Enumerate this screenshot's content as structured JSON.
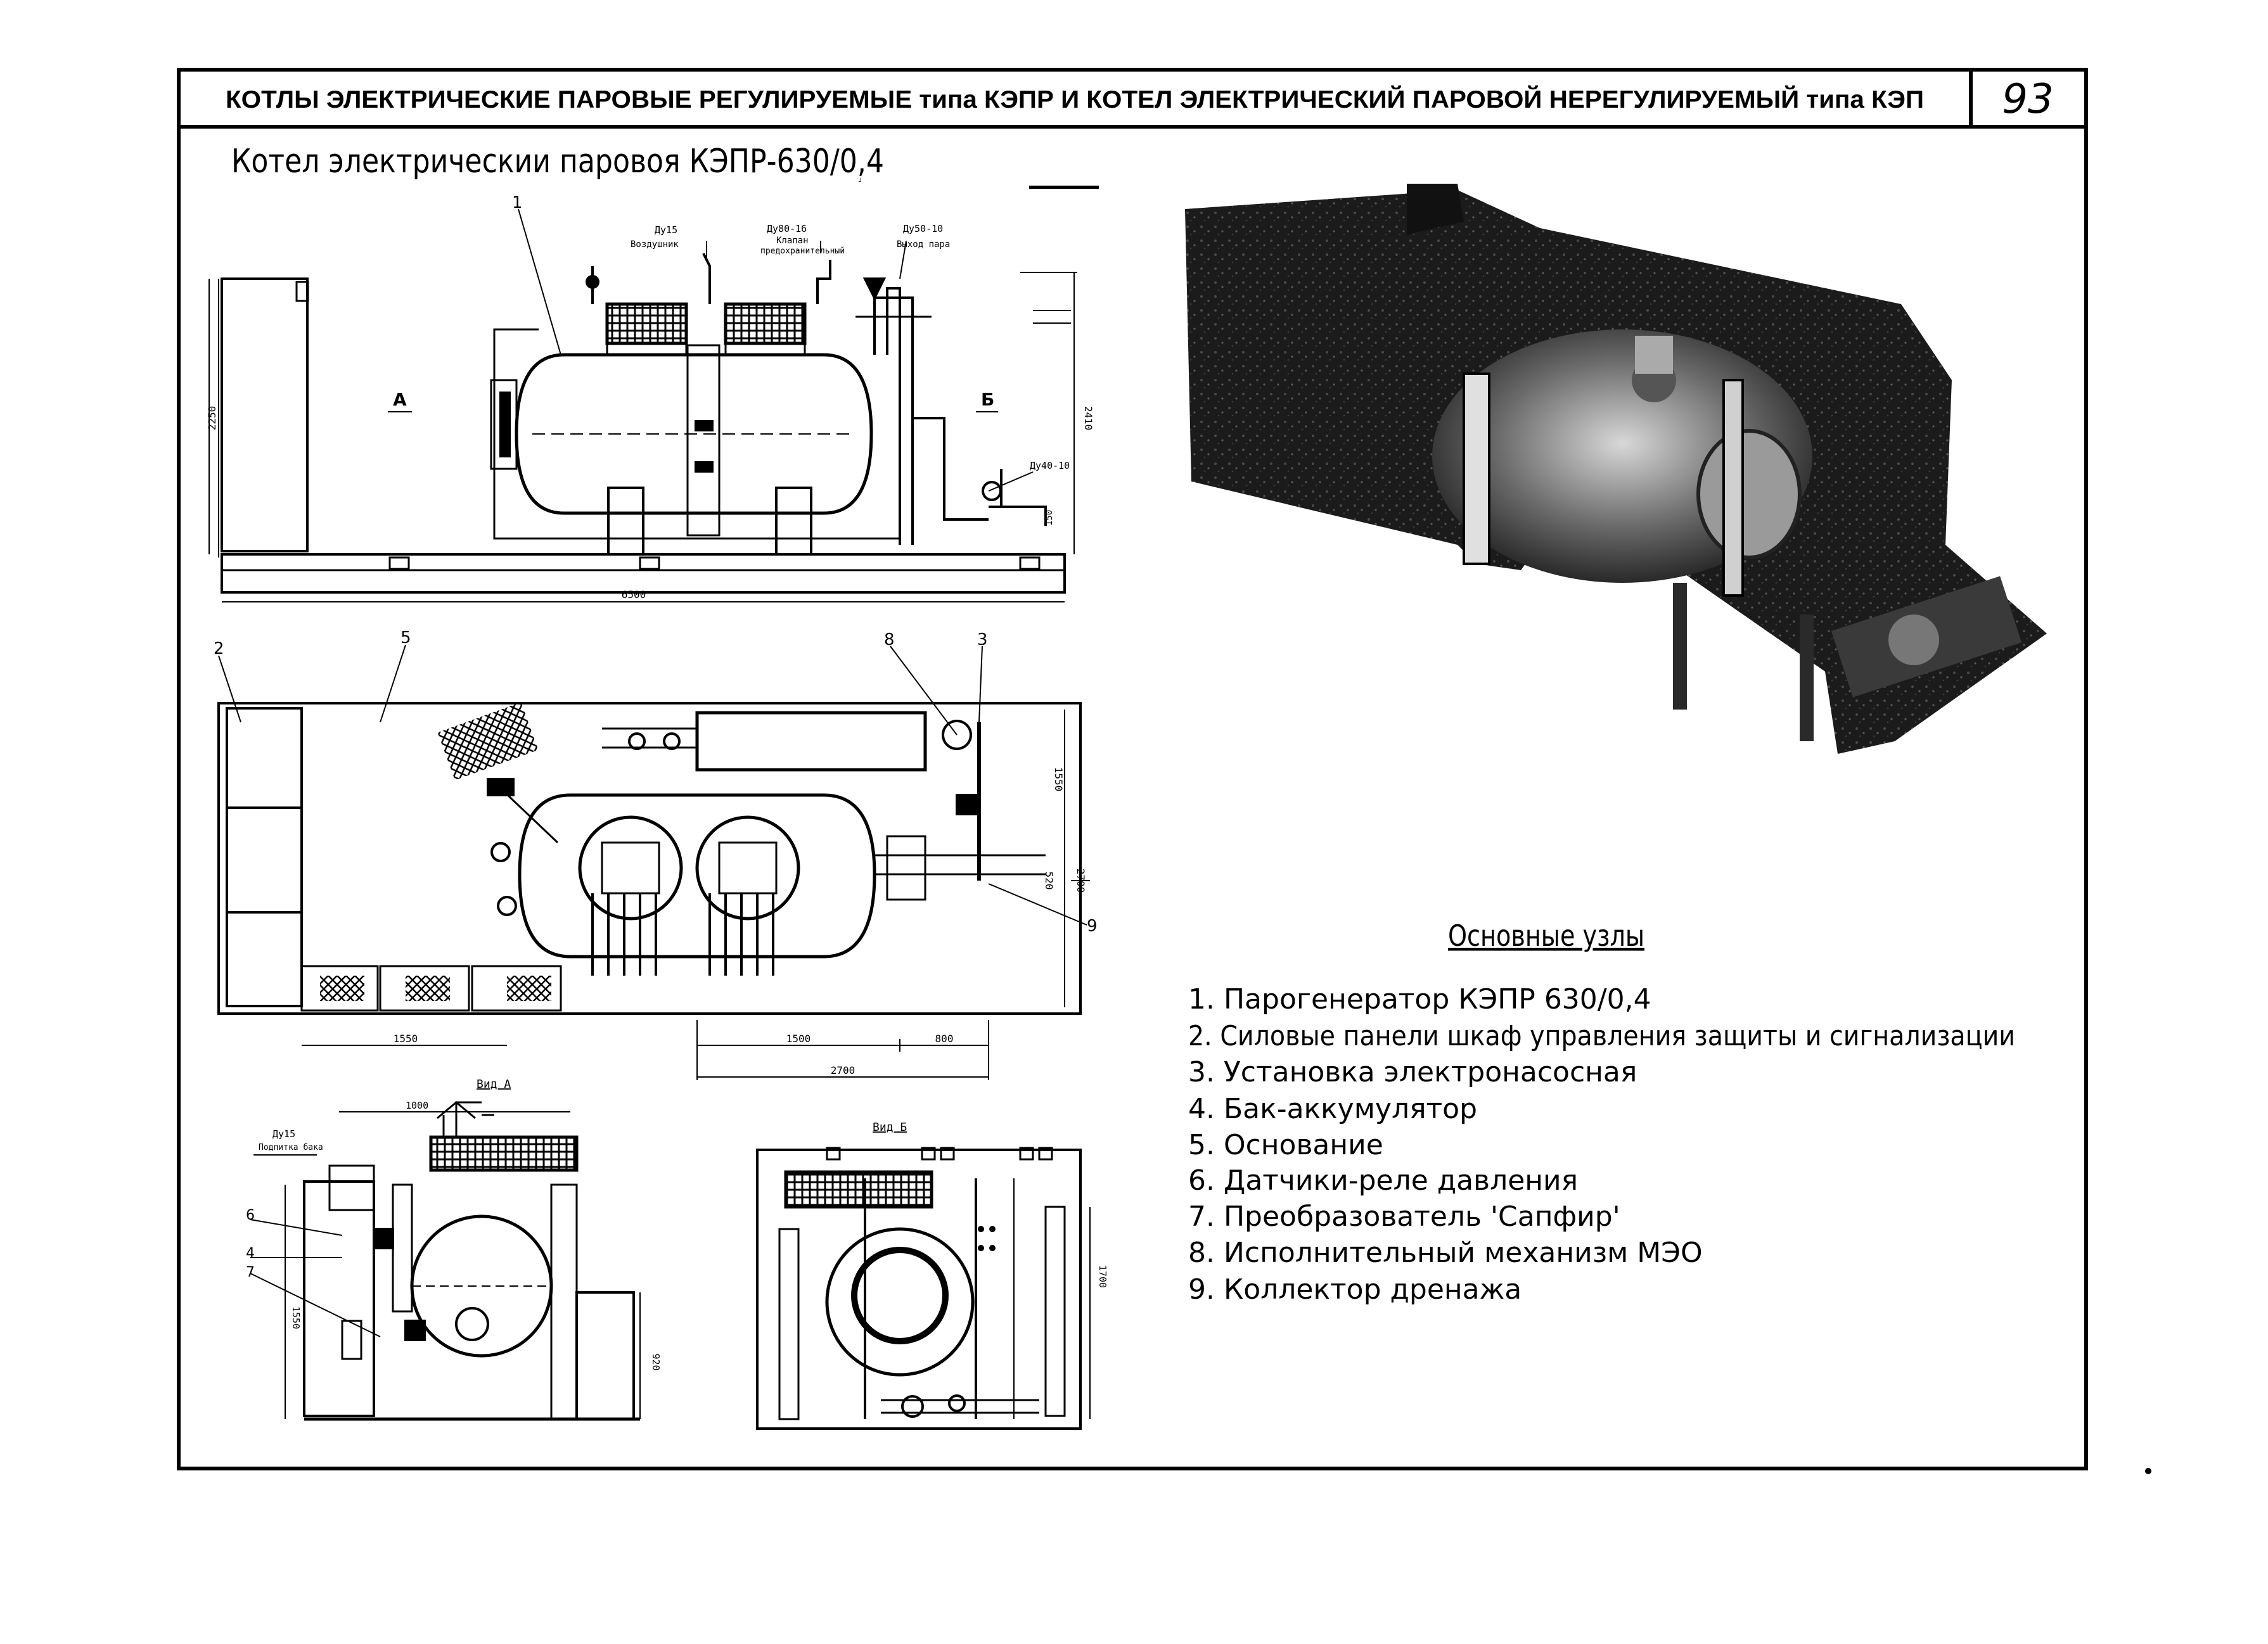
{
  "header": {
    "title": "КОТЛЫ ЭЛЕКТРИЧЕСКИЕ ПАРОВЫЕ РЕГУЛИРУЕМЫЕ типа КЭПР И КОТЕЛ ЭЛЕКТРИЧЕСКИЙ ПАРОВОЙ НЕРЕГУЛИРУЕМЫЙ типа КЭП",
    "page_number": "93"
  },
  "drawing": {
    "title": "Котел электрическии паровоя КЭПР-630/0,4",
    "side_view": {
      "label_a": "А",
      "label_b": "Б",
      "pipe_air_dn": "Ду15",
      "pipe_air_name": "Воздушник",
      "pipe_valve_dn": "Ду80-16",
      "pipe_valve_name1": "Клапан",
      "pipe_valve_name2": "предохранительный",
      "pipe_steam_dn": "Ду50-10",
      "pipe_steam_name": "Выход пара",
      "pipe_water_dn": "Ду40-10",
      "callout_1": "1",
      "dim_length": "6500",
      "dim_height_left": "2250",
      "dim_height_right": "2410",
      "dim_150": "150"
    },
    "plan_view": {
      "callout_2": "2",
      "callout_5": "5",
      "callout_8": "8",
      "callout_3": "3",
      "callout_9": "9",
      "dim_1550_bottom": "1550",
      "dim_1500": "1500",
      "dim_800": "800",
      "dim_2700_bottom": "2700",
      "dim_1550_right": "1550",
      "dim_2700_right": "2700",
      "dim_520": "520"
    },
    "view_a": {
      "title": "Вид А",
      "dim_1000": "1000",
      "pipe_dn": "Ду15",
      "pipe_name": "Подпитка бака",
      "callout_6": "6",
      "callout_4": "4",
      "callout_7": "7",
      "dim_1550": "1550",
      "dim_920": "920"
    },
    "view_b": {
      "title": "Вид Б",
      "dim_1700": "1700"
    }
  },
  "legend": {
    "title": "Основные узлы",
    "items": [
      "1. Парогенератор КЭПР 630/0,4",
      "2. Силовые панели шкаф управления защиты и сигнализации",
      "3. Установка электронасосная",
      "4. Бак-аккумулятор",
      "5. Основание",
      "6. Датчики-реле давления",
      "7. Преобразователь 'Сапфир'",
      "8. Исполнительный механизм МЭО",
      "9. Коллектор дренажа"
    ]
  }
}
